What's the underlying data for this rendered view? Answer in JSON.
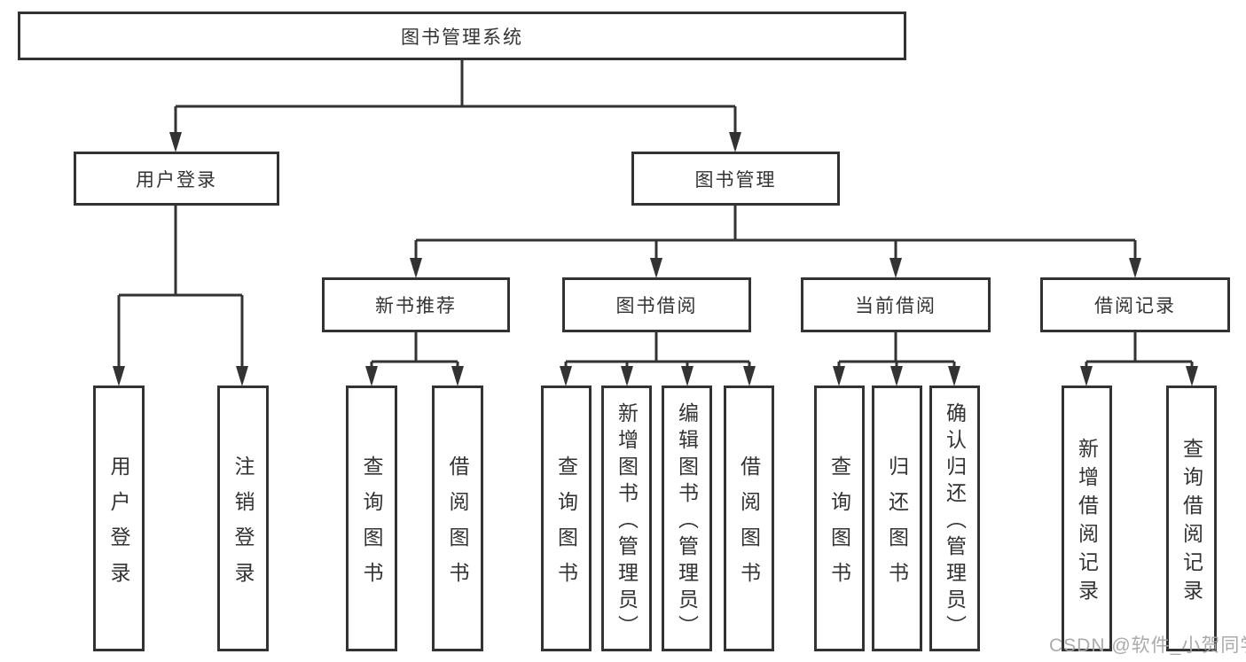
{
  "tree": {
    "root": {
      "label": "图书管理系统",
      "children": [
        {
          "label": "用户登录",
          "children": [
            {
              "label": "用户登录"
            },
            {
              "label": "注销登录"
            }
          ]
        },
        {
          "label": "图书管理",
          "children": [
            {
              "label": "新书推荐",
              "children": [
                {
                  "label": "查询图书"
                },
                {
                  "label": "借阅图书"
                }
              ]
            },
            {
              "label": "图书借阅",
              "children": [
                {
                  "label": "查询图书"
                },
                {
                  "label": "新增图书（管理员）"
                },
                {
                  "label": "编辑图书（管理员）"
                },
                {
                  "label": "借阅图书"
                }
              ]
            },
            {
              "label": "当前借阅",
              "children": [
                {
                  "label": "查询图书"
                },
                {
                  "label": "归还图书"
                },
                {
                  "label": "确认归还（管理员）"
                }
              ]
            },
            {
              "label": "借阅记录",
              "children": [
                {
                  "label": "新增借阅记录"
                },
                {
                  "label": "查询借阅记录"
                }
              ]
            }
          ]
        }
      ]
    }
  },
  "colors": {
    "line": "#333333",
    "text": "#333333",
    "watermark": "#a5a5a5"
  },
  "watermark": "CSDN @软件_小贺同学"
}
